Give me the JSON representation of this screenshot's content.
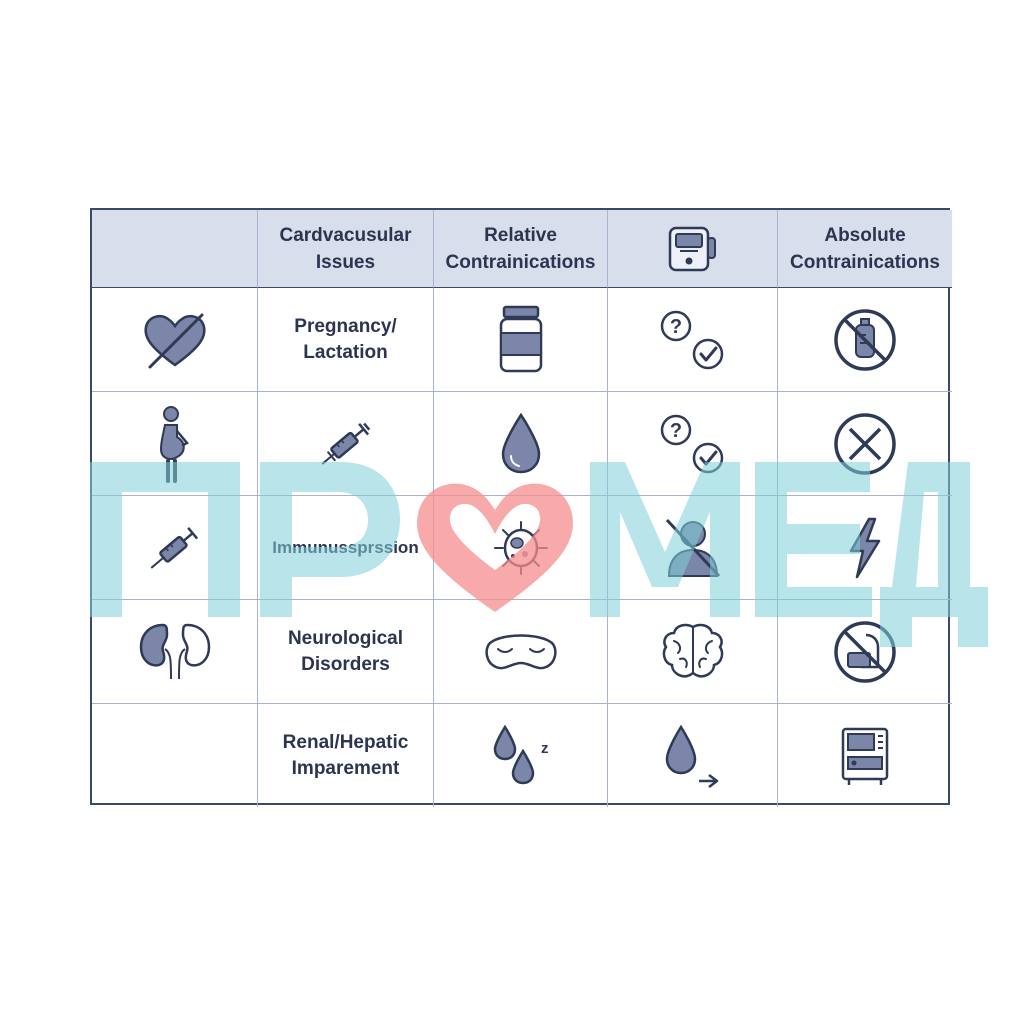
{
  "table": {
    "headers": [
      "",
      "Cardvacusular\nIssues",
      "Relative\nContrainications",
      "",
      "Absolute\nContrainications"
    ],
    "header_icons": [
      "",
      "",
      "",
      "defibrillator-icon",
      ""
    ],
    "rows": [
      {
        "label": "Pregnancy/\nLactation",
        "icons": [
          "crossed-heart-icon",
          "medicine-bottle-icon",
          "question-check-icon",
          "no-baby-bottle-icon"
        ]
      },
      {
        "label": "",
        "icons": [
          "pregnant-woman-icon",
          "syringe-icon",
          "blood-drop-icon",
          "question-check-icon",
          "cross-circle-icon"
        ]
      },
      {
        "label": "Immunussprssion",
        "icons": [
          "syringe-icon",
          "bacteria-icon",
          "crossed-person-icon",
          "lightning-icon"
        ]
      },
      {
        "label": "Neurological\nDisorders",
        "icons": [
          "kidneys-icon",
          "sleep-mask-icon",
          "brain-icon",
          "no-device-icon"
        ]
      },
      {
        "label": "Renal/Hepatic\nImparement",
        "icons": [
          "drops-sleep-icon",
          "drop-arrow-icon",
          "dialysis-machine-icon"
        ]
      }
    ]
  },
  "watermark": {
    "text": "ПРОМЕД",
    "color": "#7fd0d8",
    "heart_color": "#f58e8e"
  },
  "colors": {
    "border": "#3a4a66",
    "header_bg": "#d9deec",
    "icon_fill": "#7b86a8",
    "icon_stroke": "#2f3a57",
    "text": "#2b3550"
  }
}
